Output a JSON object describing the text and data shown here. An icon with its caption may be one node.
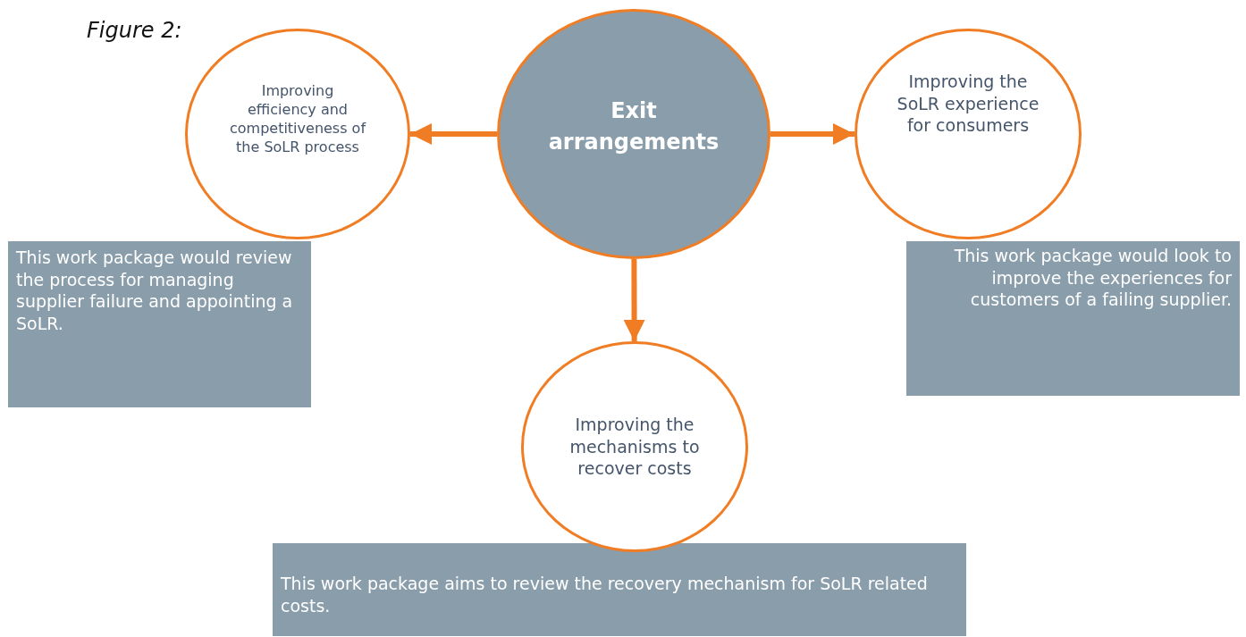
{
  "diagram": {
    "title": "Figure 2:",
    "nodes": [
      {
        "text": [
          "Improving efficiency and competitiveness of the SoLR process"
        ]
      },
      {
        "text": [
          "Exit arrangements"
        ]
      },
      {
        "text": [
          "Improving the SoLR experience for consumers"
        ]
      },
      {
        "text": [
          "This work package would review the process for managing supplier failure and appointing a SoLR."
        ]
      },
      {
        "text": [
          "This work package would look to improve the experiences for customers of a failing supplier."
        ]
      },
      {
        "text": [
          "Improving the mechanisms to recover costs"
        ]
      },
      {
        "text": [
          "This work package aims to review the recovery mechanism for SoLR related costs."
        ]
      }
    ],
    "edges": [
      {
        "from": 1,
        "to": 0,
        "arrow": "to"
      },
      {
        "from": 1,
        "to": 2,
        "arrow": "to"
      },
      {
        "from": 1,
        "to": 5,
        "arrow": "to"
      }
    ]
  }
}
